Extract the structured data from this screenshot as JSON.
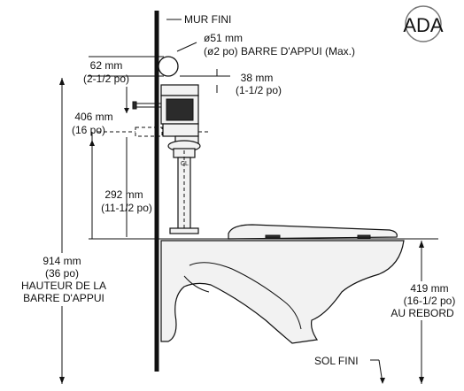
{
  "logo": {
    "text": "ADA"
  },
  "wall": {
    "label": "MUR FINI"
  },
  "floor": {
    "label": "SOL FINI"
  },
  "grab_bar": {
    "mm": "ø51 mm",
    "inch": "(ø2 po) BARRE D'APPUI (Max.)"
  },
  "dim_62": {
    "mm": "62 mm",
    "inch": "(2-1/2 po)"
  },
  "dim_38": {
    "mm": "38 mm",
    "inch": "(1-1/2 po)"
  },
  "dim_406": {
    "mm": "406 mm",
    "inch": "(16 po)"
  },
  "dim_292": {
    "mm": "292 mm",
    "inch": "(11-1/2 po)"
  },
  "dim_914": {
    "mm": "914 mm",
    "inch": "(36 po)",
    "line1": "HAUTEUR DE LA",
    "line2": "BARRE D'APPUI"
  },
  "dim_419": {
    "mm": "419 mm",
    "inch": "(16-1/2 po)",
    "line1": "AU REBORD"
  },
  "centerline": {
    "label": "CL"
  }
}
